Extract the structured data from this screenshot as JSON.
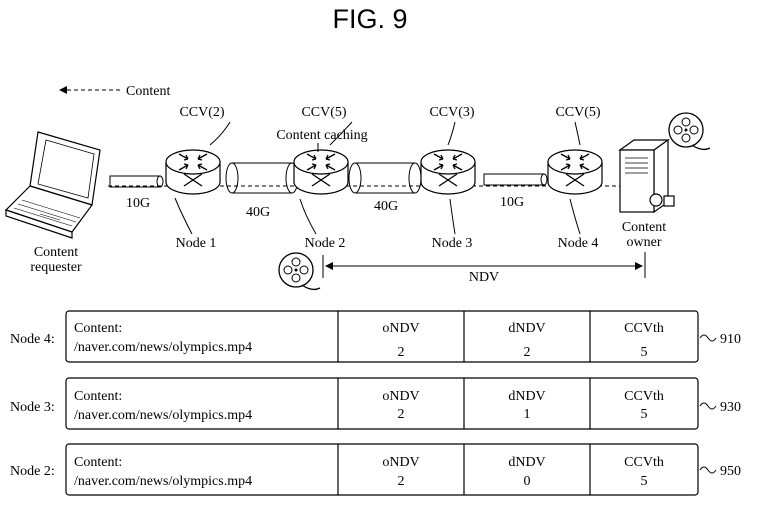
{
  "figure_title": "FIG. 9",
  "legend": {
    "label": "Content"
  },
  "nodes": [
    {
      "name": "Node 1",
      "ccv": "CCV(2)"
    },
    {
      "name": "Node 2",
      "ccv": "CCV(5)"
    },
    {
      "name": "Node 3",
      "ccv": "CCV(3)"
    },
    {
      "name": "Node 4",
      "ccv": "CCV(5)"
    }
  ],
  "caching_label": "Content caching",
  "links": [
    "10G",
    "40G",
    "40G",
    "10G"
  ],
  "requester": {
    "line1": "Content",
    "line2": "requester"
  },
  "owner": {
    "line1": "Content",
    "line2": "owner"
  },
  "ndv_label": "NDV",
  "tables": [
    {
      "row_label": "Node 4:",
      "content_label": "Content:",
      "path": "/naver.com/news/olympics.mp4",
      "col1_header": "oNDV",
      "col1_value": "2",
      "col2_header": "dNDV",
      "col2_value": "2",
      "col3_header": "CCVth",
      "col3_value": "5",
      "ref": "910"
    },
    {
      "row_label": "Node 3:",
      "content_label": "Content:",
      "path": "/naver.com/news/olympics.mp4",
      "col1_header": "oNDV",
      "col1_value": "2",
      "col2_header": "dNDV",
      "col2_value": "1",
      "col3_header": "CCVth",
      "col3_value": "5",
      "ref": "930"
    },
    {
      "row_label": "Node 2:",
      "content_label": "Content:",
      "path": "/naver.com/news/olympics.mp4",
      "col1_header": "oNDV",
      "col1_value": "2",
      "col2_header": "dNDV",
      "col2_value": "0",
      "col3_header": "CCVth",
      "col3_value": "5",
      "ref": "950"
    }
  ]
}
